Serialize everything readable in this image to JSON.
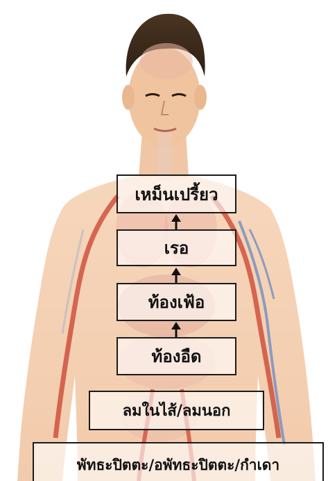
{
  "diagram": {
    "stages": [
      {
        "label": "เหม็นเปรี้ยว"
      },
      {
        "label": "เรอ"
      },
      {
        "label": "ท้องเฟ้อ"
      },
      {
        "label": "ท้องอืด"
      },
      {
        "label": "ลมในไส้/ลมนอก"
      },
      {
        "label": "พัทธะปิตตะ/อพัทธะปิตตะ/กำเดา"
      }
    ]
  },
  "colors": {
    "skin": "#f4c9a6",
    "artery": "#c9402e",
    "vein": "#6f8fc0",
    "box_border": "#1a1a1a",
    "text": "#111111"
  },
  "icons": [
    "up-arrow-icon"
  ]
}
